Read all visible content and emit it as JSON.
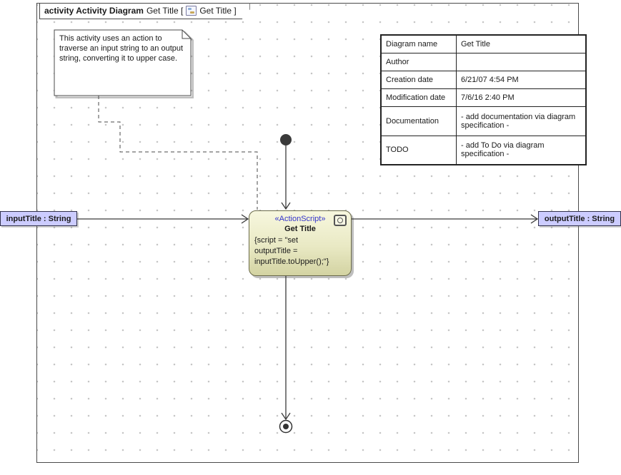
{
  "colors": {
    "action_fill_top": "#f7f7de",
    "action_fill_bottom": "#d3d3a2",
    "action_border": "#6b6b4a",
    "parameter_fill": "#ccccff",
    "stereotype_text": "#3333cc",
    "grid_dot": "#c4c4c4"
  },
  "frame_tab": {
    "bold_label": "activity Activity Diagram",
    "name_label": "Get Title [",
    "ref_label": "Get Title ]"
  },
  "note": {
    "text": "This activity uses an action to traverse an input string to an output string, converting it to upper case."
  },
  "info_table": {
    "rows": [
      {
        "label": "Diagram name",
        "value": "Get Title"
      },
      {
        "label": "Author",
        "value": ""
      },
      {
        "label": "Creation date",
        "value": "6/21/07 4:54 PM"
      },
      {
        "label": "Modification date",
        "value": "7/6/16 2:40 PM"
      },
      {
        "label": "Documentation",
        "value": "- add documentation via diagram specification -"
      },
      {
        "label": "TODO",
        "value": "- add To Do via diagram specification -"
      }
    ]
  },
  "action_node": {
    "stereotype": "«ActionScript»",
    "name": "Get Title",
    "script": "{script = \"set\noutputTitle =\ninputTitle.toUpper();\"}"
  },
  "parameter_nodes": {
    "input": "inputTitle : String",
    "output": "outputTitle : String"
  }
}
